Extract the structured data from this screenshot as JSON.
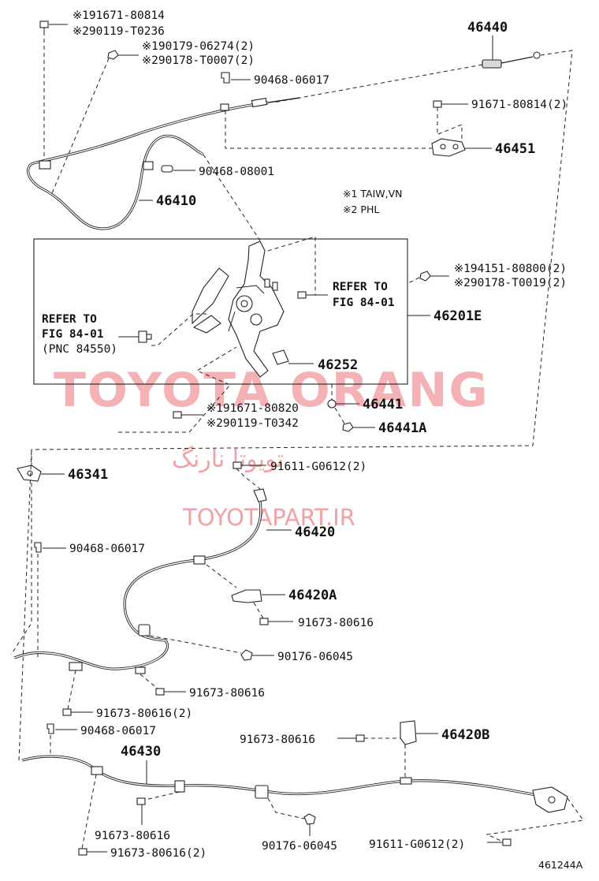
{
  "diagram": {
    "labels": {
      "p1a": "※191671-80814",
      "p1b": "※290119-T0236",
      "p2a": "※190179-06274(2)",
      "p2b": "※290178-T0007(2)",
      "p3": "90468-06017",
      "p4": "46440",
      "p5": "91671-80814(2)",
      "p6": "46451",
      "p7": "90468-08001",
      "p8": "46410",
      "p9a": "※1 TAIW,VN",
      "p9b": "※2 PHL",
      "p10a": "※194151-80800(2)",
      "p10b": "※290178-T0019(2)",
      "ref1a": "REFER TO",
      "ref1b": "FIG 84-01",
      "ref2a": "REFER TO",
      "ref2b": "FIG 84-01",
      "ref2c": "(PNC 84550)",
      "p11": "46201E",
      "p12": "46252",
      "p13": "46441",
      "p14a": "※191671-80820",
      "p14b": "※290119-T0342",
      "p15": "46441A",
      "p16": "46341",
      "p17": "91611-G0612(2)",
      "p18": "46420",
      "p19": "90468-06017",
      "p20": "46420A",
      "p21": "91673-80616",
      "p22": "90176-06045",
      "p23": "91673-80616",
      "p24": "91673-80616(2)",
      "p25": "90468-06017",
      "p26": "91673-80616",
      "p27": "46420B",
      "p28": "46430",
      "p29": "91673-80616",
      "p30": "91673-80616(2)",
      "p31": "90176-06045",
      "p32": "91611-G0612(2)",
      "figno": "461244A"
    },
    "watermark": {
      "main": "TOYOTA ORANG",
      "persian": "تویوتا نارنگ",
      "site": "TOYOTAPART.IR"
    }
  }
}
